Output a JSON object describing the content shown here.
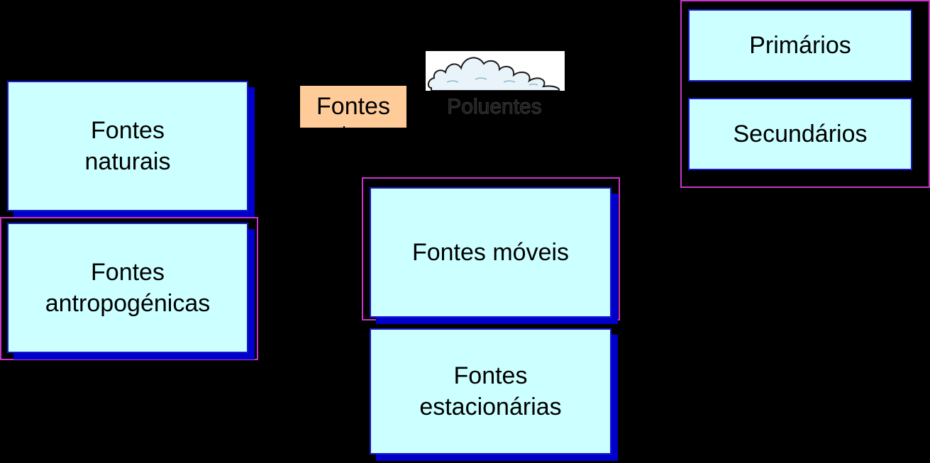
{
  "title": {
    "fontes": "Fontes",
    "poluentes": "Poluentes"
  },
  "colors": {
    "box_fill": "#ccffff",
    "box_shadow": "#0000cc",
    "frame": "#cc33cc",
    "title_fill": "#ffcc99",
    "background": "#000000"
  },
  "nodes": {
    "naturais": "Fontes\nnaturais",
    "antropogenicas": "Fontes\nantropogénicas",
    "moveis": "Fontes móveis",
    "estacionarias": "Fontes\nestacionárias",
    "primarios": "Primários",
    "secundarios": "Secundários"
  },
  "icons": {
    "cloud": "cloud-icon"
  }
}
